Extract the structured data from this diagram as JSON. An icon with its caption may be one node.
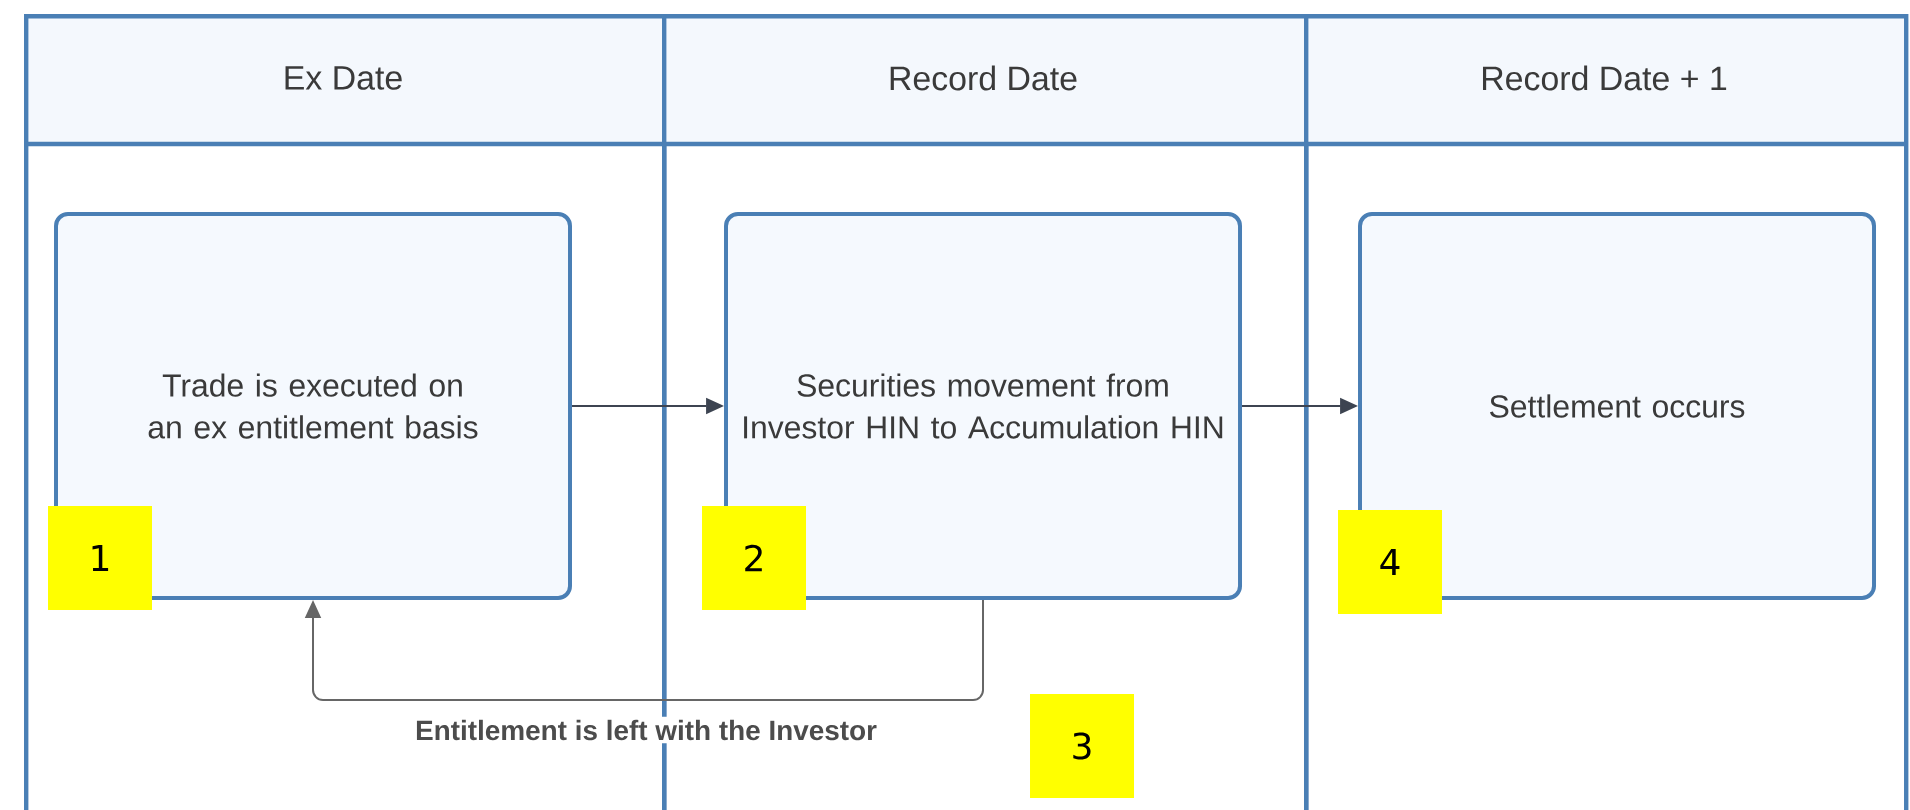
{
  "diagram": {
    "nodes": [
      {
        "text": [
          "Ex Date"
        ]
      },
      {
        "text": [
          "Record Date"
        ]
      },
      {
        "text": [
          "Record Date + 1"
        ]
      },
      {
        "text": [
          "Trade is executed on an ex entitlement basis"
        ],
        "in": 0
      },
      {
        "text": [
          "Securities movement from Investor HIN to Accumulation HIN"
        ],
        "in": 1
      },
      {
        "text": [
          "Settlement occurs"
        ],
        "in": 2
      }
    ],
    "edges": [
      {
        "from": 3,
        "to": 4,
        "arrow": "to"
      },
      {
        "from": 4,
        "to": 5,
        "arrow": "to"
      },
      {
        "from": 4,
        "to": 3,
        "arrow": "to",
        "label": "Entitlement is left with the Investor"
      }
    ],
    "labels": [
      "1",
      "2",
      "3",
      "4"
    ]
  }
}
